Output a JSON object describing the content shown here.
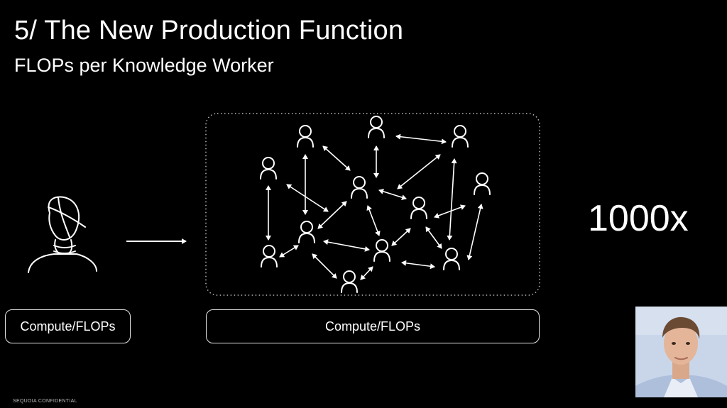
{
  "slide": {
    "title": "5/ The New Production Function",
    "subtitle": "FLOPs per Knowledge Worker",
    "left_label": "Compute/FLOPs",
    "right_label": "Compute/FLOPs",
    "multiplier": "1000x",
    "footer": "SEQUOIA CONFIDENTIAL"
  },
  "colors": {
    "background": "#000000",
    "foreground": "#ffffff"
  },
  "icons": {
    "single_worker": "person-with-scribble-head-icon",
    "network_person": "person-outline-icon",
    "arrow": "right-arrow-icon"
  },
  "presenter": {
    "description_icon": "presenter-video-thumbnail"
  }
}
